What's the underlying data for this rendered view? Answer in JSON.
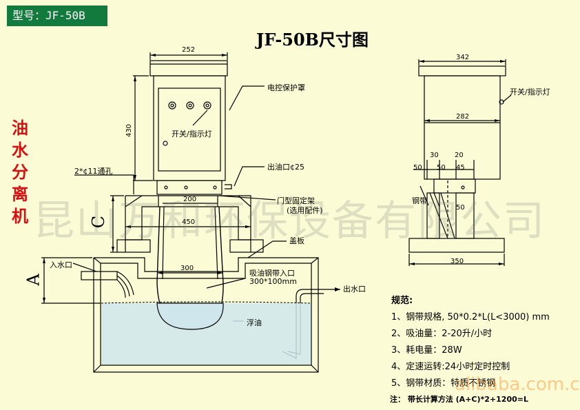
{
  "model_badge": "型号：JF-50B",
  "title": "JF-50B尺寸图",
  "side_title": [
    "油",
    "水",
    "分",
    "离",
    "机"
  ],
  "watermark": "昆山万和环保设备有限公司",
  "front_view": {
    "dim_252": "252",
    "dim_430": "430",
    "dim_200": "200",
    "dim_450": "450",
    "dim_300": "300",
    "dim_C": "C",
    "dim_A": "A",
    "label_cover": "电控保护罩",
    "label_switch": "开关/指示灯",
    "label_holes": "2*¢11通孔",
    "label_oil_outlet": "出油口¢25",
    "label_frame": "门型固定架",
    "label_frame_sub": "(选用配件)",
    "label_plate": "盖板",
    "label_inlet": "入水口",
    "label_intake": "吸油钢带入口",
    "label_intake_size": "300*100mm",
    "label_outlet": "出水口",
    "label_float_oil": "浮油"
  },
  "side_view": {
    "dim_342": "342",
    "dim_282": "282",
    "dim_30": "30",
    "dim_20": "20",
    "dim_50a": "50",
    "dim_50b": "50",
    "dim_45": "45",
    "dim_50c": "50",
    "dim_350": "350",
    "label_switch": "开关/指示灯",
    "label_belt": "钢带"
  },
  "specs": {
    "title": "规范:",
    "items": [
      "1、钢带规格, 50*0.2*L(L<3000) mm",
      "2、吸油量：2-20升/小时",
      "3、耗电量：28W",
      "4、定速运转:24小时定时控制",
      "5、钢带材质：特质不锈钢"
    ]
  },
  "note": "注：  带长计算方法 (A+C)*2+1200=L",
  "site_watermark": "alibaba.com.cn",
  "colors": {
    "badge": "#127a3c",
    "side_title": "#d41010",
    "background": "#fbfbd6",
    "water": "#cfe7ec"
  }
}
